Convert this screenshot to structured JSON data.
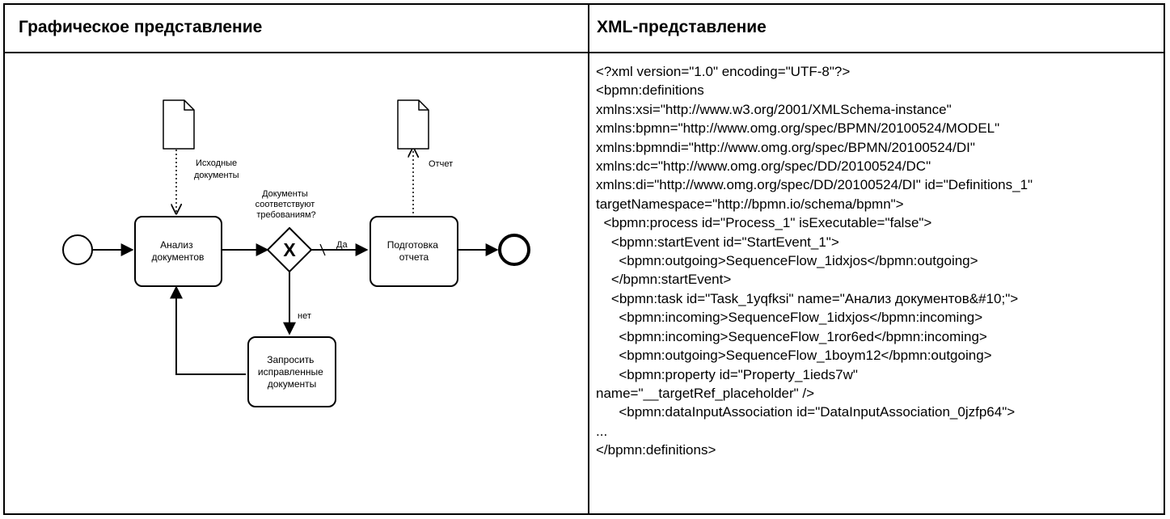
{
  "headers": {
    "graphical": "Графическое представление",
    "xml": "XML-представление"
  },
  "diagram": {
    "task_analysis": [
      "Анализ",
      "документов"
    ],
    "task_report": [
      "Подготовка",
      "отчета"
    ],
    "task_request": [
      "Запросить",
      "исправленные",
      "документы"
    ],
    "gateway_question": [
      "Документы",
      "соответствуют",
      "требованиям?"
    ],
    "gateway_symbol": "X",
    "input_docs_label": [
      "Исходные",
      "документы"
    ],
    "report_label": "Отчет",
    "flow_yes": "Да",
    "flow_no": "нет"
  },
  "xml_lines": [
    "<?xml version=\"1.0\" encoding=\"UTF-8\"?>",
    "<bpmn:definitions",
    "xmlns:xsi=\"http://www.w3.org/2001/XMLSchema-instance\"",
    "xmlns:bpmn=\"http://www.omg.org/spec/BPMN/20100524/MODEL\"",
    "xmlns:bpmndi=\"http://www.omg.org/spec/BPMN/20100524/DI\"",
    "xmlns:dc=\"http://www.omg.org/spec/DD/20100524/DC\"",
    "xmlns:di=\"http://www.omg.org/spec/DD/20100524/DI\" id=\"Definitions_1\"",
    "targetNamespace=\"http://bpmn.io/schema/bpmn\">",
    "  <bpmn:process id=\"Process_1\" isExecutable=\"false\">",
    "    <bpmn:startEvent id=\"StartEvent_1\">",
    "      <bpmn:outgoing>SequenceFlow_1idxjos</bpmn:outgoing>",
    "    </bpmn:startEvent>",
    "    <bpmn:task id=\"Task_1yqfksi\" name=\"Анализ документов&#10;\">",
    "      <bpmn:incoming>SequenceFlow_1idxjos</bpmn:incoming>",
    "      <bpmn:incoming>SequenceFlow_1ror6ed</bpmn:incoming>",
    "      <bpmn:outgoing>SequenceFlow_1boym12</bpmn:outgoing>",
    "      <bpmn:property id=\"Property_1ieds7w\"",
    "name=\"__targetRef_placeholder\" />",
    "      <bpmn:dataInputAssociation id=\"DataInputAssociation_0jzfp64\">",
    "...",
    "</bpmn:definitions>"
  ]
}
